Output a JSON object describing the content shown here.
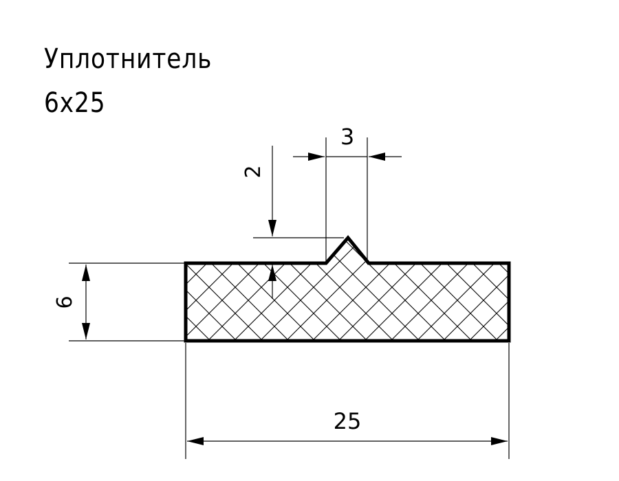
{
  "title": {
    "line1": "Уплотнитель",
    "line2": "6x25"
  },
  "dimensions": {
    "height": "6",
    "width": "25",
    "rib_height": "2",
    "rib_width": "3"
  },
  "colors": {
    "stroke": "#000000",
    "background": "#ffffff"
  }
}
